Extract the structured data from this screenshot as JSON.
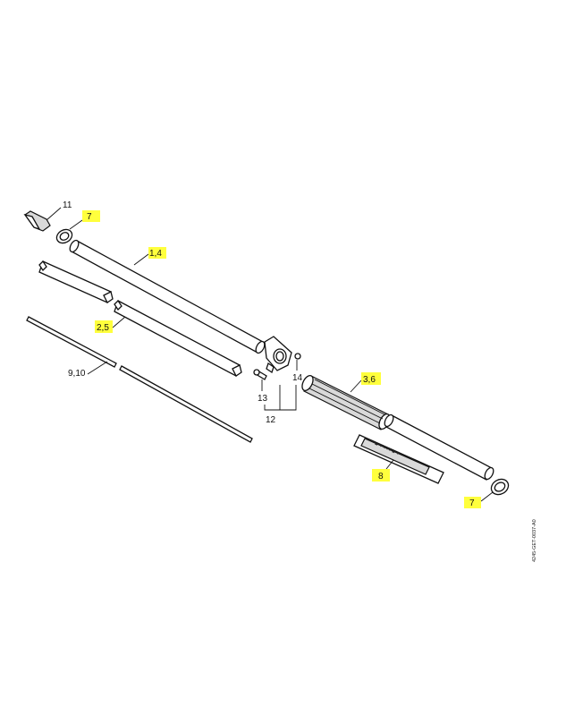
{
  "labels": {
    "l11": "11",
    "l7a": "7",
    "l14a": "1,4",
    "l25": "2,5",
    "l910": "9,10",
    "l13": "13",
    "l14": "14",
    "l12": "12",
    "l36": "3,6",
    "l8": "8",
    "l7b": "7"
  },
  "drawing_code": "4245-GET-0037-A0",
  "highlight_color": "#ffff3d"
}
